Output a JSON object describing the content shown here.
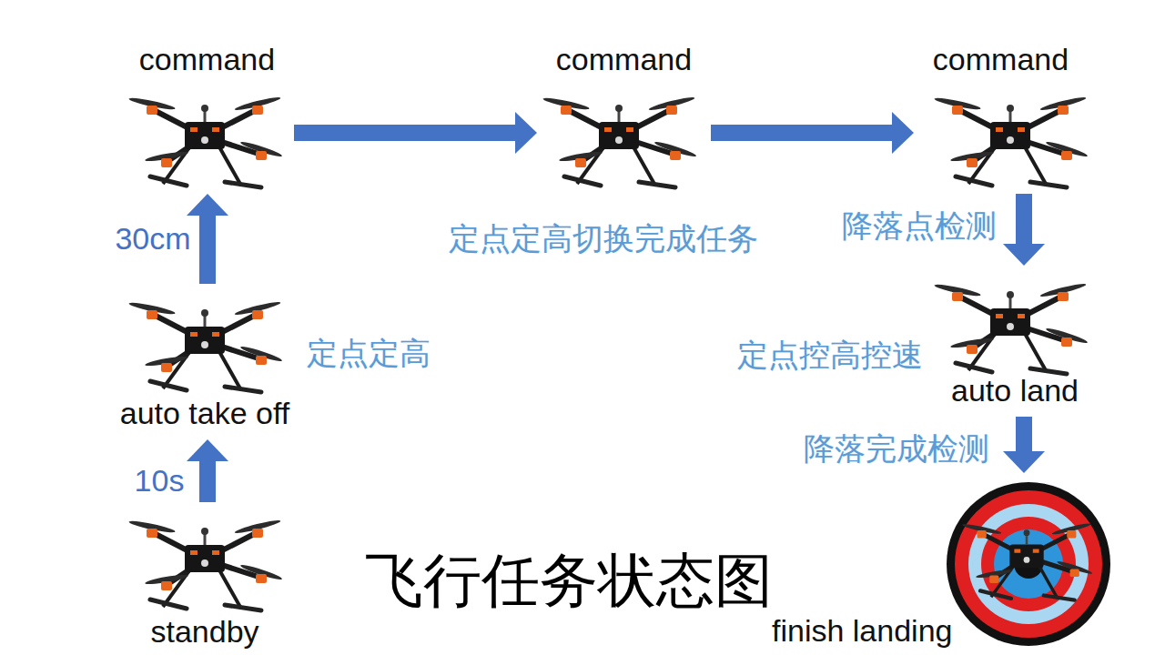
{
  "diagram": {
    "title": "飞行任务状态图",
    "nodes": [
      {
        "text": [
          "standby"
        ]
      },
      {
        "text": [
          "auto take off"
        ]
      },
      {
        "text": [
          "command"
        ]
      },
      {
        "text": [
          "command"
        ]
      },
      {
        "text": [
          "command"
        ]
      },
      {
        "text": [
          "auto land"
        ]
      },
      {
        "text": [
          "finish landing"
        ]
      }
    ],
    "edges": [
      {
        "from": 0,
        "to": 1,
        "label": "10s",
        "arrow": "to"
      },
      {
        "from": 1,
        "to": 2,
        "label": "30cm",
        "arrow": "to"
      },
      {
        "from": 2,
        "to": 3,
        "arrow": "to"
      },
      {
        "from": 3,
        "to": 4,
        "arrow": "to"
      },
      {
        "from": 4,
        "to": 5,
        "label": "降落点检测",
        "arrow": "to"
      },
      {
        "from": 5,
        "to": 6,
        "label": "降落完成检测",
        "arrow": "to"
      }
    ],
    "labels": [
      "定点定高",
      "定点定高切换完成任务",
      "定点控高控速"
    ]
  }
}
